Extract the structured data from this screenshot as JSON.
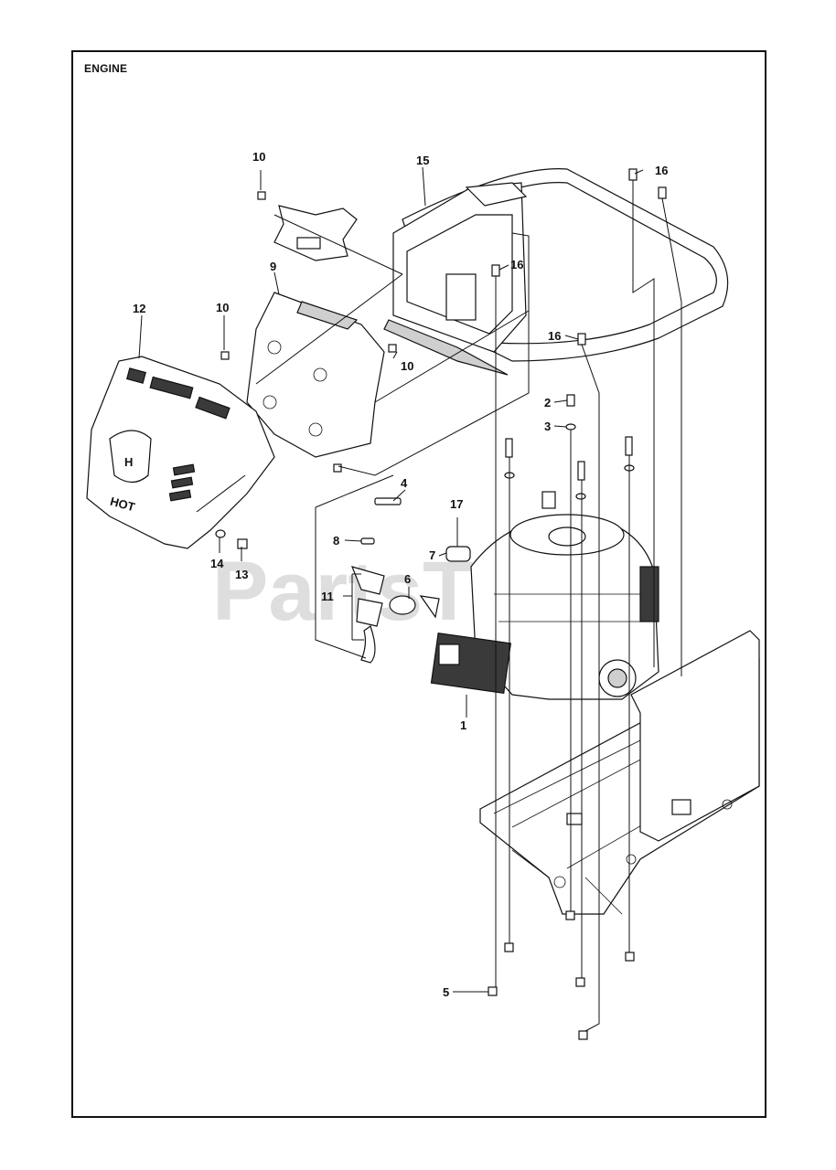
{
  "title": "ENGINE",
  "watermark": "PartsTree",
  "callouts": [
    {
      "id": "c1",
      "text": "1"
    },
    {
      "id": "c2",
      "text": "2"
    },
    {
      "id": "c3",
      "text": "3"
    },
    {
      "id": "c4",
      "text": "4"
    },
    {
      "id": "c5",
      "text": "5"
    },
    {
      "id": "c6",
      "text": "6"
    },
    {
      "id": "c7",
      "text": "7"
    },
    {
      "id": "c8",
      "text": "8"
    },
    {
      "id": "c9",
      "text": "9"
    },
    {
      "id": "c10a",
      "text": "10"
    },
    {
      "id": "c10b",
      "text": "10"
    },
    {
      "id": "c10c",
      "text": "10"
    },
    {
      "id": "c11",
      "text": "11"
    },
    {
      "id": "c12",
      "text": "12"
    },
    {
      "id": "c13",
      "text": "13"
    },
    {
      "id": "c14",
      "text": "14"
    },
    {
      "id": "c15",
      "text": "15"
    },
    {
      "id": "c16a",
      "text": "16"
    },
    {
      "id": "c16b",
      "text": "16"
    },
    {
      "id": "c16c",
      "text": "16"
    },
    {
      "id": "c17",
      "text": "17"
    }
  ],
  "hood_marking": "HOT",
  "hood_logo": "H"
}
